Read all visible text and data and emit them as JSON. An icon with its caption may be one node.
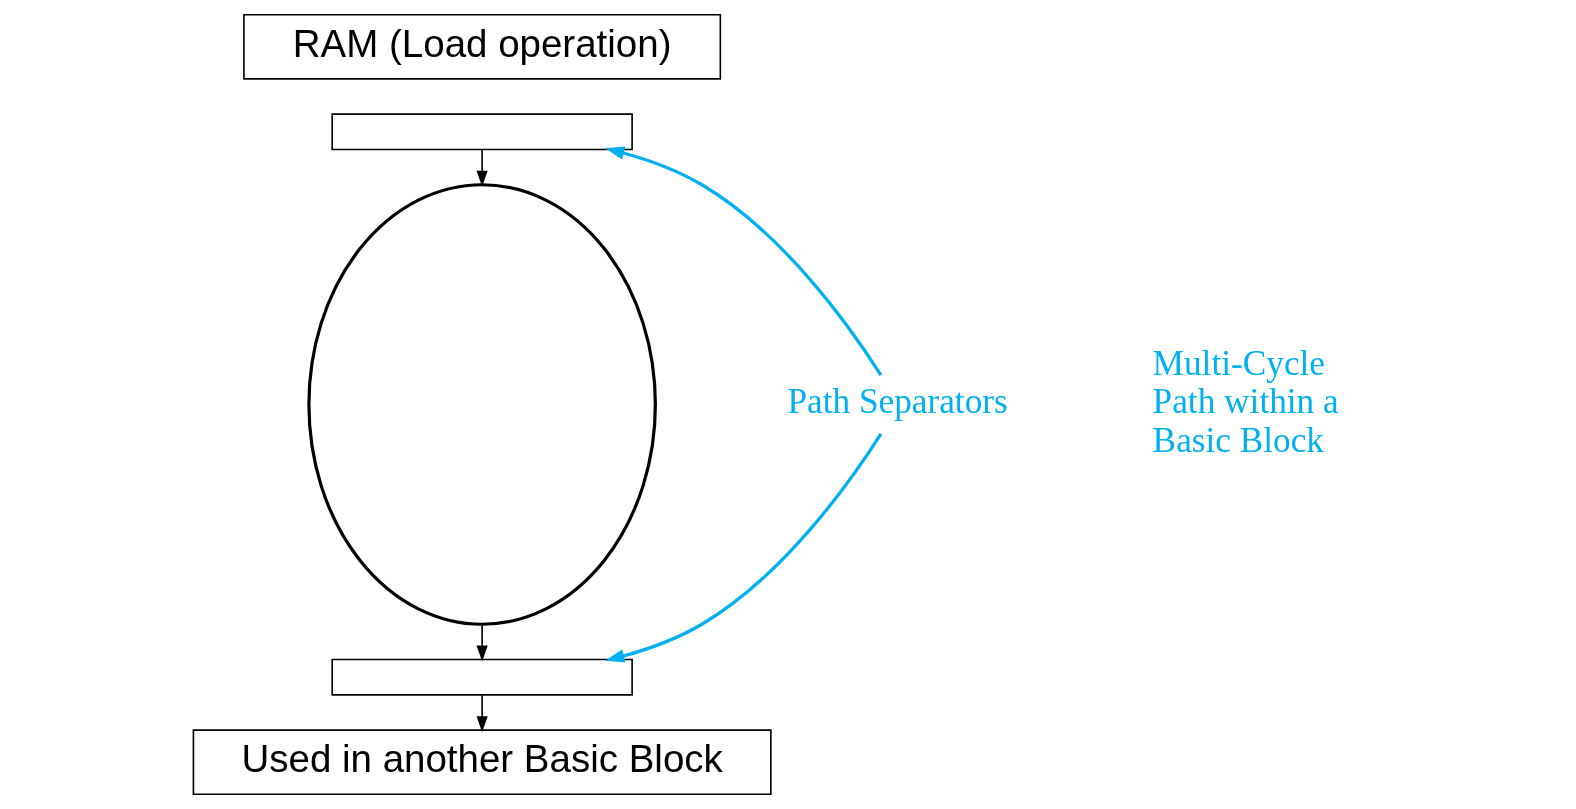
{
  "diagram": {
    "nodes": [
      {
        "text": [
          "RAM (Load operation)"
        ]
      },
      {
        "text": [],
        "shape": "bar"
      },
      {
        "text": [],
        "shape": "cloud"
      },
      {
        "text": [],
        "shape": "bar"
      },
      {
        "text": [
          "Used in another Basic Block"
        ]
      },
      {
        "text": [
          "Path Separators"
        ]
      }
    ],
    "edges": [
      {
        "from": 1,
        "to": 2,
        "arrow": "to"
      },
      {
        "from": 2,
        "to": 3,
        "arrow": "to"
      },
      {
        "from": 3,
        "to": 4,
        "arrow": "to"
      },
      {
        "from": 5,
        "to": 1,
        "arrow": "to",
        "color": "#00b0f0"
      },
      {
        "from": 5,
        "to": 3,
        "arrow": "to",
        "color": "#00b0f0"
      }
    ],
    "labels": [
      "Multi-Cycle Path within a Basic Block"
    ]
  }
}
